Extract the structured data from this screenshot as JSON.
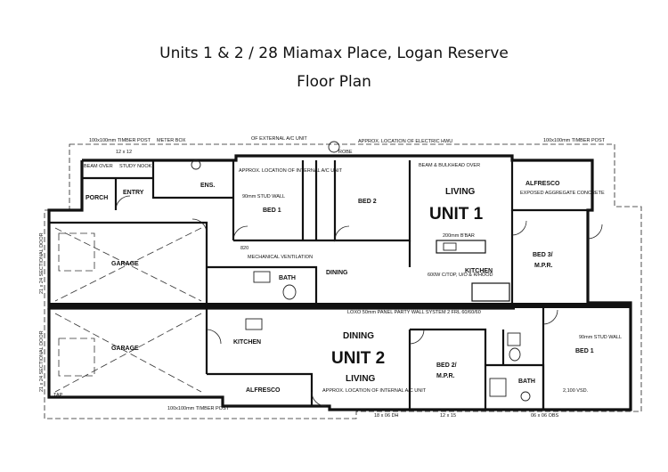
{
  "header": {
    "title": "Units 1 & 2  /  28 Miamax Place, Logan Reserve",
    "subtitle": "Floor Plan"
  },
  "units": {
    "unit1": "UNIT 1",
    "unit2": "UNIT 2"
  },
  "rooms": {
    "porch": "PORCH",
    "entry": "ENTRY",
    "ens": "ENS.",
    "bed1_u1": "BED 1",
    "bed2_u1": "BED 2",
    "living_u1": "LIVING",
    "alfresco_u1": "ALFRESCO",
    "bed3_u1": "BED 3/",
    "mpr_u1": "M.P.R.",
    "garage_u1": "GARAGE",
    "dining_u1": "DINING",
    "bath_u1": "BATH",
    "kitchen_u1": "KITCHEN",
    "garage_u2": "GARAGE",
    "kitchen_u2": "KITCHEN",
    "dining_u2": "DINING",
    "living_u2": "LIVING",
    "alfresco_u2": "ALFRESCO",
    "bed2_u2": "BED 2/",
    "mpr_u2": "M.P.R.",
    "bath_u2": "BATH",
    "bed1_u2": "BED 1"
  },
  "notes": {
    "meter_box": "METER BOX",
    "timber_post_top_left": "100x100mm TIMBER POST",
    "timber_post_top_right": "100x100mm TIMBER POST",
    "timber_post_bottom": "100x100mm TIMBER POST",
    "tap": "TAP",
    "beam_over": "BEAM OVER",
    "study_nook": "STUDY NOOK",
    "stud_wall_90": "90mm STUD WALL",
    "internal_ac": "APPROX. LOCATION OF INTERNAL A/C UNIT",
    "ext_ac": "OF EXTERNAL A/C UNIT",
    "hwu": "APPROX. LOCATION OF ELECTRIC HWU",
    "robe": "ROBE",
    "beam_bulkhead": "BEAM & BULKHEAD OVER",
    "aggregate": "EXPOSED AGGREGATE CONCRETE",
    "bar": "200mm B'BAR",
    "mech_vent": "MECHANICAL VENTILATION",
    "cooktop": "600W C/TOP, U/O & R/HOOD",
    "party_wall": "LOXO 50mm PANEL PARTY WALL SYSTEM 2 FRL 60/60/60",
    "sectional_door": "21 x 24 SECTIONAL DOOR",
    "internal_ac_u2": "APPROX. LOCATION OF INTERNAL A/C UNIT",
    "vsd": "2,100 VSD.",
    "obs": "06 x 06 OBS",
    "dim_12_15": "12 x 15",
    "dim_18_06": "18 x 06 DH",
    "dim_12_12": "12 x 12",
    "dim_820": "820"
  }
}
